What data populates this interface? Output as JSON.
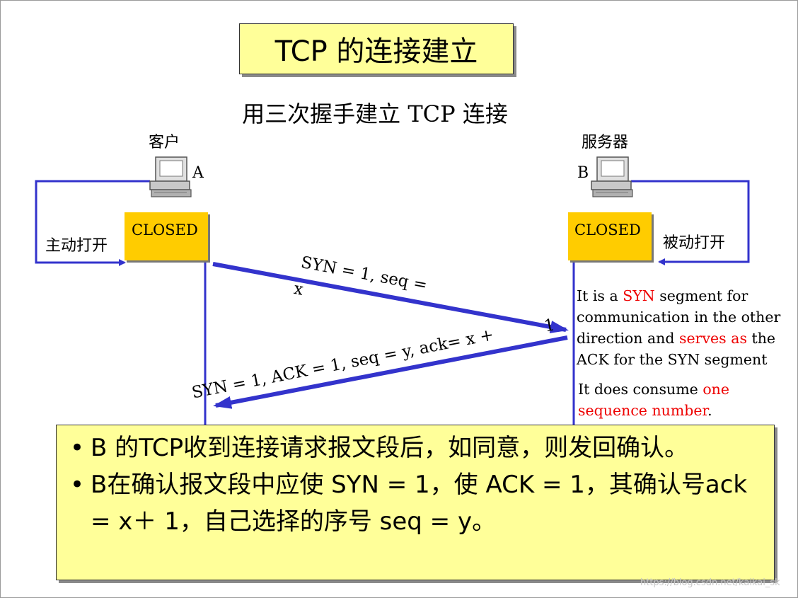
{
  "title": "TCP 的连接建立",
  "subtitle": "用三次握手建立 TCP 连接",
  "client": {
    "role_label": "客户",
    "host_letter": "A",
    "state": "CLOSED",
    "action": "主动打开"
  },
  "server": {
    "role_label": "服务器",
    "host_letter": "B",
    "state": "CLOSED",
    "action": "被动打开"
  },
  "messages": {
    "syn_line1": "SYN = 1, seq =",
    "syn_line2": "x",
    "synack_line1": "SYN = 1, ACK = 1, seq = y, ack= x +",
    "synack_line2": "1"
  },
  "note": {
    "p1_a": "It is a ",
    "p1_red": "SYN",
    "p1_b": " segment for communication in the other direction and ",
    "p1_red2": "serves as",
    "p1_c": " the ACK for the SYN segment",
    "p2_a": "It does consume ",
    "p2_red": "one sequence number",
    "p2_b": "."
  },
  "bullets": {
    "symbol": "•",
    "b1": "B 的TCP收到连接请求报文段后，如同意，则发回确认。",
    "b2": "B在确认报文段中应使 SYN = 1，使 ACK = 1，其确认号ack = x＋ 1，自己选择的序号 seq = y。"
  },
  "watermark": "https://blog.csdn.net/kaikai_sk",
  "colors": {
    "line_blue": "#3333cc",
    "closed_fill": "#ffcc00",
    "highlight_fill": "#ffff99",
    "emphasis_red": "#ee0000"
  }
}
